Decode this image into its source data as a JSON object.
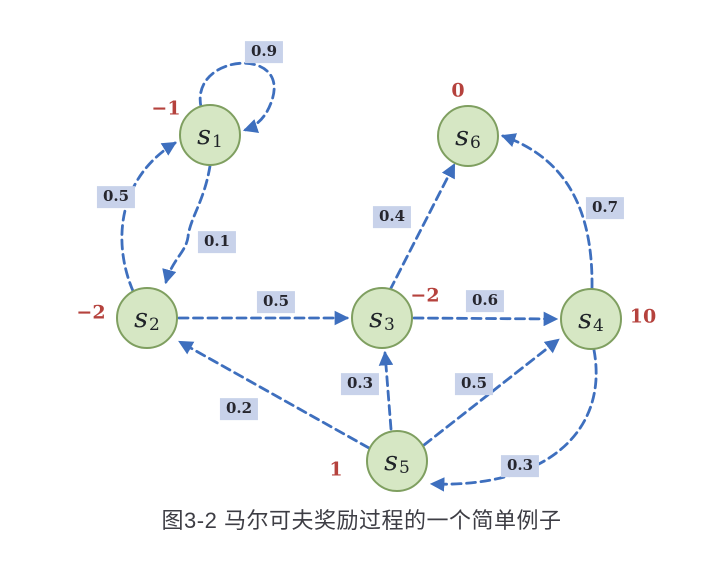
{
  "figure": {
    "caption": "图3-2 马尔可夫奖励过程的一个简单例子",
    "type": "markov-reward-process-diagram"
  },
  "colors": {
    "node_fill": "#d6e7c4",
    "node_border": "#7f9f60",
    "edge_blue": "#3e6fbe",
    "label_chip_bg": "#c8d2ea",
    "label_chip_text": "#26262e",
    "reward_red": "#b5423d",
    "caption_text": "#3d3d44"
  },
  "nodes": [
    {
      "id": "s1",
      "base": "s",
      "sub": "1",
      "reward": "−1"
    },
    {
      "id": "s2",
      "base": "s",
      "sub": "2",
      "reward": "−2"
    },
    {
      "id": "s3",
      "base": "s",
      "sub": "3",
      "reward": "−2"
    },
    {
      "id": "s4",
      "base": "s",
      "sub": "4",
      "reward": "10"
    },
    {
      "id": "s5",
      "base": "s",
      "sub": "5",
      "reward": "1"
    },
    {
      "id": "s6",
      "base": "s",
      "sub": "6",
      "reward": "0"
    }
  ],
  "edges": [
    {
      "from": "s1",
      "to": "s1",
      "probability": "0.9"
    },
    {
      "from": "s2",
      "to": "s1",
      "probability": "0.5"
    },
    {
      "from": "s1",
      "to": "s2",
      "probability": "0.1"
    },
    {
      "from": "s2",
      "to": "s3",
      "probability": "0.5"
    },
    {
      "from": "s3",
      "to": "s6",
      "probability": "0.4"
    },
    {
      "from": "s3",
      "to": "s4",
      "probability": "0.6"
    },
    {
      "from": "s4",
      "to": "s6",
      "probability": "0.7"
    },
    {
      "from": "s5",
      "to": "s2",
      "probability": "0.2"
    },
    {
      "from": "s5",
      "to": "s3",
      "probability": "0.3"
    },
    {
      "from": "s5",
      "to": "s4",
      "probability": "0.5"
    },
    {
      "from": "s4",
      "to": "s5",
      "probability": "0.3"
    }
  ]
}
